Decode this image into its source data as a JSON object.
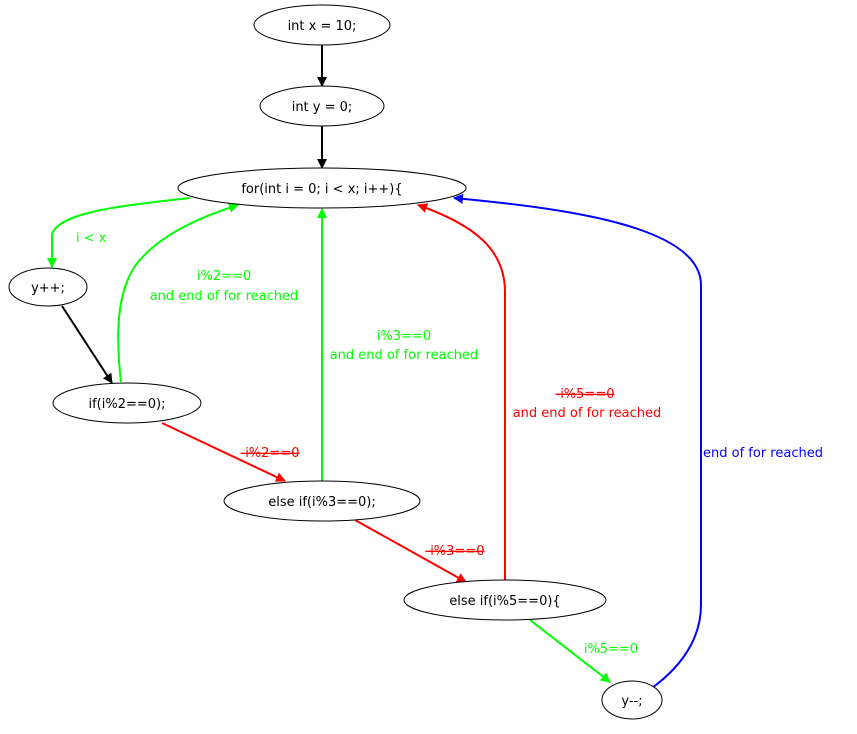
{
  "colors": {
    "black": "#000000",
    "green": "#00ff00",
    "red": "#ff0000",
    "blue": "#0000ff"
  },
  "nodes": {
    "int_x": "int x = 10;",
    "int_y": "int y = 0;",
    "for_loop": "for(int i = 0; i < x; i++){",
    "y_inc": "y++;",
    "if_mod2": "if(i%2==0);",
    "else_if_mod3": "else if(i%3==0);",
    "else_if_mod5": "else if(i%5==0){",
    "y_dec": "y--;"
  },
  "edge_labels": {
    "i_lt_x": "i < x",
    "mod2_true_line1": "i%2==0",
    "mod2_true_line2": "and end of for reached",
    "mod3_true_line1": "i%3==0",
    "mod3_true_line2": "and end of for reached",
    "mod5_false_line1": "-i%5==0",
    "mod5_false_line2": "and end of for reached",
    "end_of_for": "end of for reached",
    "not_mod2": "-i%2==0",
    "not_mod3": "-i%3==0",
    "mod5_true": "i%5==0"
  }
}
